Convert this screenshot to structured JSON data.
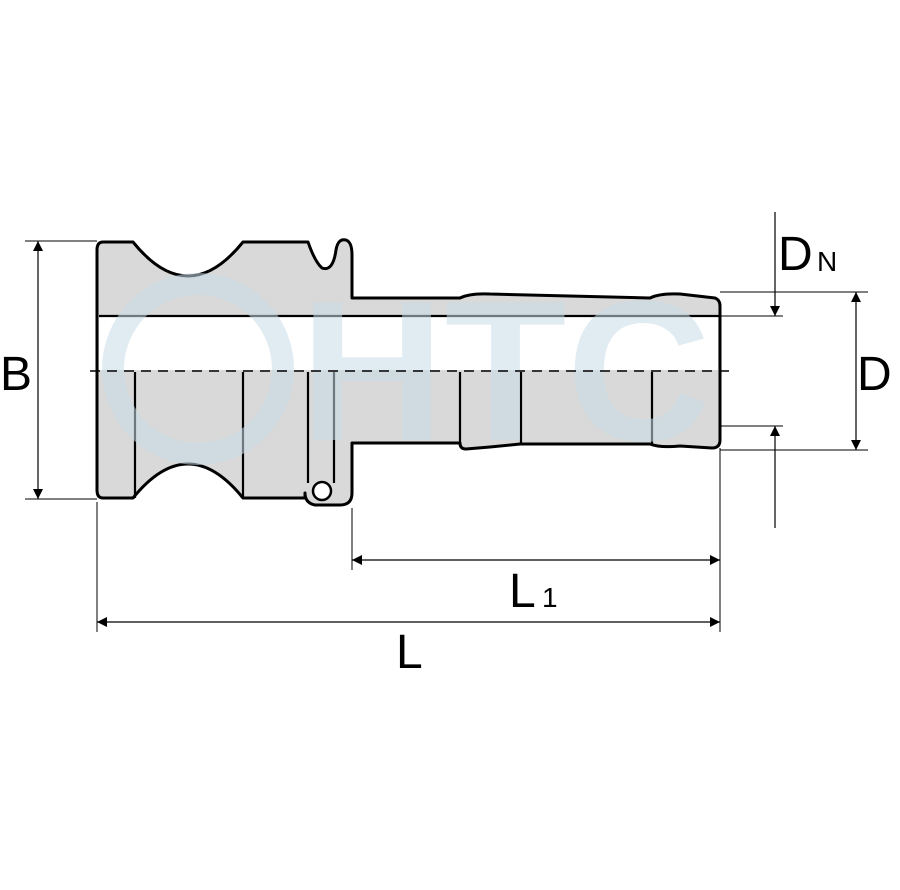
{
  "watermark": {
    "text": "HTC"
  },
  "dimensions": {
    "B": "B",
    "D": "D",
    "DN_main": "D",
    "DN_sub": "N",
    "L1_main": "L",
    "L1_sub": "1",
    "L": "L"
  },
  "colors": {
    "body_fill": "#d9d9d9",
    "outline": "#000000",
    "bore": "#ffffff",
    "watermark": "#c8dde8"
  }
}
